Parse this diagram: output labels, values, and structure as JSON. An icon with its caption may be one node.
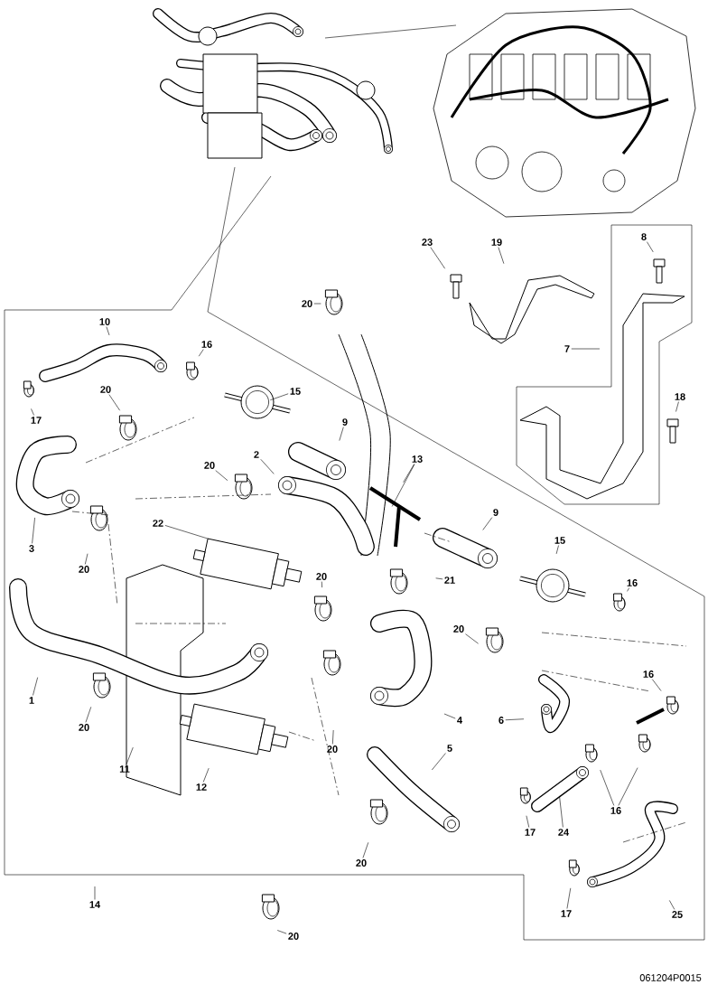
{
  "diagram": {
    "nodes": [
      {
        "text": [
          "20"
        ]
      },
      {
        "text": [
          "23"
        ]
      },
      {
        "text": [
          "19"
        ]
      },
      {
        "text": [
          "8"
        ]
      },
      {
        "text": [
          "7"
        ]
      },
      {
        "text": [
          "10"
        ]
      },
      {
        "text": [
          "16"
        ]
      },
      {
        "text": [
          "15"
        ]
      },
      {
        "text": [
          "17"
        ]
      },
      {
        "text": [
          "20"
        ]
      },
      {
        "text": [
          "9"
        ]
      },
      {
        "text": [
          "20"
        ]
      },
      {
        "text": [
          "2"
        ]
      },
      {
        "text": [
          "13"
        ]
      },
      {
        "text": [
          "9"
        ]
      },
      {
        "text": [
          "3"
        ]
      },
      {
        "text": [
          "20"
        ]
      },
      {
        "text": [
          "22"
        ]
      },
      {
        "text": [
          "15"
        ]
      },
      {
        "text": [
          "16"
        ]
      },
      {
        "text": [
          "21"
        ]
      },
      {
        "text": [
          "20"
        ]
      },
      {
        "text": [
          "20"
        ]
      },
      {
        "text": [
          "1"
        ]
      },
      {
        "text": [
          "20"
        ]
      },
      {
        "text": [
          "20"
        ]
      },
      {
        "text": [
          "4"
        ]
      },
      {
        "text": [
          "6"
        ]
      },
      {
        "text": [
          "16"
        ]
      },
      {
        "text": [
          "5"
        ]
      },
      {
        "text": [
          "11"
        ]
      },
      {
        "text": [
          "12"
        ]
      },
      {
        "text": [
          "17"
        ]
      },
      {
        "text": [
          "24"
        ]
      },
      {
        "text": [
          "16"
        ]
      },
      {
        "text": [
          "14"
        ]
      },
      {
        "text": [
          "20"
        ]
      },
      {
        "text": [
          "17"
        ]
      },
      {
        "text": [
          "25"
        ]
      },
      {
        "text": [
          "20"
        ]
      },
      {
        "text": [
          "18"
        ]
      }
    ],
    "edges": [
      {
        "from": 0,
        "to": null,
        "arrow": "none"
      },
      {
        "from": 1,
        "to": null,
        "arrow": "none"
      },
      {
        "from": 2,
        "to": null,
        "arrow": "none"
      },
      {
        "from": 3,
        "to": null,
        "arrow": "none"
      },
      {
        "from": 4,
        "to": null,
        "arrow": "none"
      },
      {
        "from": 5,
        "to": null,
        "arrow": "none"
      },
      {
        "from": 6,
        "to": null,
        "arrow": "none"
      },
      {
        "from": 7,
        "to": null,
        "arrow": "none"
      },
      {
        "from": 8,
        "to": null,
        "arrow": "none"
      },
      {
        "from": 9,
        "to": null,
        "arrow": "none"
      },
      {
        "from": 10,
        "to": null,
        "arrow": "none"
      },
      {
        "from": 11,
        "to": null,
        "arrow": "none"
      },
      {
        "from": 12,
        "to": null,
        "arrow": "none"
      },
      {
        "from": 13,
        "to": null,
        "arrow": "none"
      },
      {
        "from": 13,
        "to": null,
        "arrow": "none"
      },
      {
        "from": 14,
        "to": null,
        "arrow": "none"
      },
      {
        "from": 15,
        "to": null,
        "arrow": "none"
      },
      {
        "from": 16,
        "to": null,
        "arrow": "none"
      },
      {
        "from": 17,
        "to": null,
        "arrow": "none"
      },
      {
        "from": 18,
        "to": null,
        "arrow": "none"
      },
      {
        "from": 19,
        "to": null,
        "arrow": "none"
      },
      {
        "from": 20,
        "to": null,
        "arrow": "none"
      },
      {
        "from": 21,
        "to": null,
        "arrow": "none"
      },
      {
        "from": 22,
        "to": null,
        "arrow": "none"
      },
      {
        "from": 23,
        "to": null,
        "arrow": "none"
      },
      {
        "from": 24,
        "to": null,
        "arrow": "none"
      },
      {
        "from": 25,
        "to": null,
        "arrow": "none"
      },
      {
        "from": 26,
        "to": null,
        "arrow": "none"
      },
      {
        "from": 27,
        "to": null,
        "arrow": "none"
      },
      {
        "from": 28,
        "to": null,
        "arrow": "none"
      },
      {
        "from": 29,
        "to": null,
        "arrow": "none"
      },
      {
        "from": 30,
        "to": null,
        "arrow": "none"
      },
      {
        "from": 31,
        "to": null,
        "arrow": "none"
      },
      {
        "from": 32,
        "to": null,
        "arrow": "none"
      },
      {
        "from": 33,
        "to": null,
        "arrow": "none"
      },
      {
        "from": 34,
        "to": null,
        "arrow": "none"
      },
      {
        "from": 34,
        "to": null,
        "arrow": "none"
      },
      {
        "from": 35,
        "to": null,
        "arrow": "none"
      },
      {
        "from": 36,
        "to": null,
        "arrow": "none"
      },
      {
        "from": 37,
        "to": null,
        "arrow": "none"
      },
      {
        "from": 38,
        "to": null,
        "arrow": "none"
      },
      {
        "from": 39,
        "to": null,
        "arrow": "none"
      },
      {
        "from": 40,
        "to": null,
        "arrow": "none"
      }
    ],
    "labels": [
      "061204P0015"
    ]
  }
}
